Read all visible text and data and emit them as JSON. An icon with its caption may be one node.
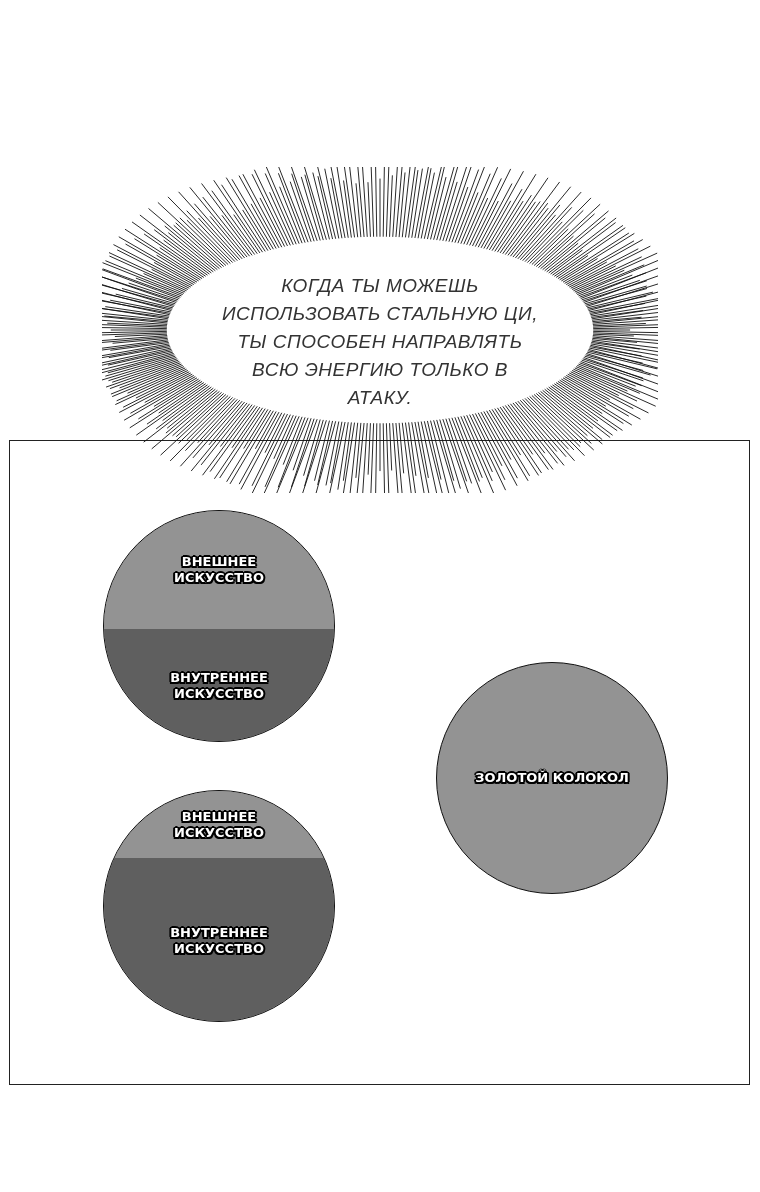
{
  "diagram": {
    "nodes": [
      {
        "text": [
          "КОГДА ТЫ МОЖЕШЬ ИСПОЛЬЗОВАТЬ СТАЛЬНУЮ ЦИ, ТЫ СПОСОБЕН НАПРАВЛЯТЬ ВСЮ ЭНЕРГИЮ ТОЛЬКО В АТАКУ."
        ]
      },
      {
        "text": [],
        "shape": "box"
      },
      {
        "text": [],
        "shape": "circle",
        "in": 1
      },
      {
        "text": [
          "ВНЕШНЕЕ ИСКУССТВО"
        ],
        "in": 2
      },
      {
        "text": [
          "ВНУТРЕННЕЕ ИСКУССТВО"
        ],
        "in": 2
      },
      {
        "text": [],
        "shape": "circle",
        "in": 1
      },
      {
        "text": [
          "ВНЕШНЕЕ ИСКУССТВО"
        ],
        "in": 5
      },
      {
        "text": [
          "ВНУТРЕННЕЕ ИСКУССТВО"
        ],
        "in": 5
      },
      {
        "text": [
          "ЗОЛОТОЙ КОЛОКОЛ"
        ],
        "in": 1
      }
    ]
  }
}
